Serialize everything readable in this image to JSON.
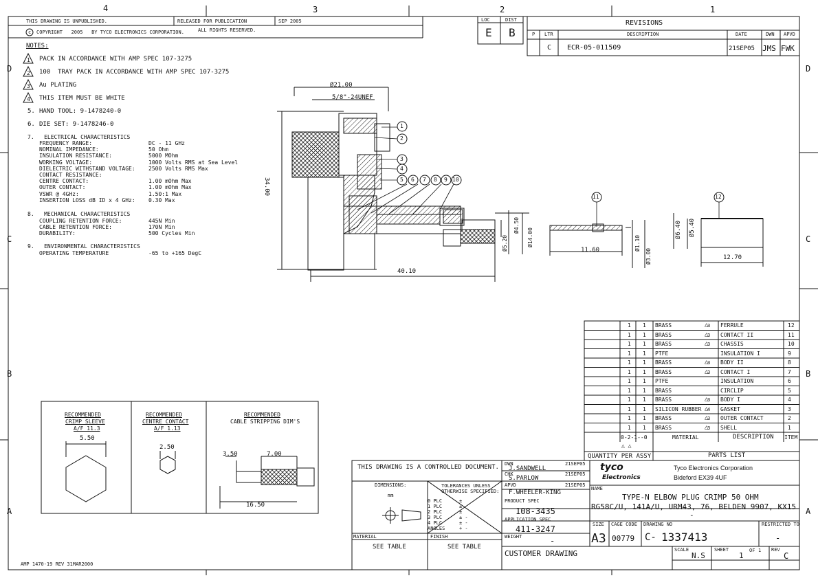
{
  "zones": {
    "top": [
      "4",
      "3",
      "2",
      "1"
    ],
    "side": [
      "D",
      "C",
      "B",
      "A"
    ]
  },
  "header": {
    "unpublished": "THIS DRAWING IS UNPUBLISHED.",
    "released": "RELEASED FOR PUBLICATION",
    "release_date": "SEP 2005",
    "copyright": "COPYRIGHT   2005   BY TYCO ELECTRONICS CORPORATION.",
    "rights": "ALL RIGHTS RESERVED.",
    "loc_label": "LOC",
    "loc": "E",
    "dist_label": "DIST",
    "dist": "B"
  },
  "revisions": {
    "title": "REVISIONS",
    "cols": [
      "P",
      "LTR",
      "DESCRIPTION",
      "DATE",
      "DWN",
      "APVD"
    ],
    "rows": [
      {
        "ltr": "C",
        "desc": "ECR-05-011509",
        "date": "21SEP05",
        "dwn": "JMS",
        "apvd": "FWK"
      }
    ]
  },
  "notes": {
    "title": "NOTES:",
    "items": [
      {
        "num": "1",
        "text": "PACK IN ACCORDANCE WITH AMP SPEC 107-3275"
      },
      {
        "num": "2",
        "text": "100  TRAY PACK IN ACCORDANCE WITH AMP SPEC 107-3275"
      },
      {
        "num": "3",
        "text": "Au PLATING"
      },
      {
        "num": "4",
        "text": "THIS ITEM MUST BE WHITE"
      }
    ],
    "plain": [
      {
        "num": "5.",
        "text": "HAND TOOL: 9-1478240-0"
      },
      {
        "num": "6.",
        "text": "DIE SET: 9-1478246-0"
      }
    ],
    "elec_head": "7.   ELECTRICAL CHARACTERISTICS",
    "elec": [
      [
        "FREQUENCY RANGE:",
        "DC - 11 GHz"
      ],
      [
        "NOMINAL IMPEDANCE:",
        "50 Ohm"
      ],
      [
        "INSULATION RESISTANCE:",
        "5000 MOhm"
      ],
      [
        "WORKING VOLTAGE:",
        "1000 Volts RMS at Sea Level"
      ],
      [
        "DIELECTRIC WITHSTAND VOLTAGE:",
        "2500 Volts RMS Max"
      ],
      [
        "CONTACT RESISTANCE:",
        ""
      ],
      [
        "CENTRE CONTACT:",
        "1.00 mOhm Max"
      ],
      [
        "OUTER CONTACT:",
        "1.00 mOhm Max"
      ],
      [
        "VSWR @ 4GHz:",
        "1.50:1 Max"
      ],
      [
        "INSERTION LOSS dB ID x 4 GHz:",
        "0.30 Max"
      ]
    ],
    "mech_head": "8.   MECHANICAL CHARACTERISTICS",
    "mech": [
      [
        "COUPLING RETENTION FORCE:",
        "445N Min"
      ],
      [
        "CABLE RETENTION FORCE:",
        "170N Min"
      ],
      [
        "DURABILITY:",
        "500 Cycles Min"
      ]
    ],
    "env_head": "9.   ENVIRONMENTAL CHARACTERISTICS",
    "env": [
      [
        "OPERATING TEMPERATURE",
        "-65 to +165 DegC"
      ]
    ]
  },
  "dims": {
    "d21": "Ø21.00",
    "thread": "5/8\"-24UNEF",
    "h34": "34.00",
    "w40": "40.10",
    "d450": "Ø4.50",
    "d520": "Ø5.20",
    "d1400": "Ø14.00",
    "l1160": "11.60",
    "d110": "Ø1.10",
    "d300": "Ø3.00",
    "d640": "Ø6.40",
    "d540": "Ø5.40",
    "l1270": "12.70"
  },
  "balloons": [
    "1",
    "2",
    "3",
    "4",
    "5",
    "6",
    "7",
    "8",
    "9",
    "10",
    "11",
    "12"
  ],
  "parts_table": {
    "rows": [
      {
        "q1": "1",
        "q2": "1",
        "mat": "BRASS",
        "flag": "3",
        "desc": "FERRULE",
        "item": "12"
      },
      {
        "q1": "1",
        "q2": "1",
        "mat": "BRASS",
        "flag": "3",
        "desc": "CONTACT II",
        "item": "11"
      },
      {
        "q1": "1",
        "q2": "1",
        "mat": "BRASS",
        "flag": "3",
        "desc": "CHASSIS",
        "item": "10"
      },
      {
        "q1": "1",
        "q2": "1",
        "mat": "PTFE",
        "flag": "",
        "desc": "INSULATION I",
        "item": "9"
      },
      {
        "q1": "1",
        "q2": "1",
        "mat": "BRASS",
        "flag": "3",
        "desc": "BODY II",
        "item": "8"
      },
      {
        "q1": "1",
        "q2": "1",
        "mat": "BRASS",
        "flag": "3",
        "desc": "CONTACT I",
        "item": "7"
      },
      {
        "q1": "1",
        "q2": "1",
        "mat": "PTFE",
        "flag": "",
        "desc": "INSULATION",
        "item": "6"
      },
      {
        "q1": "1",
        "q2": "1",
        "mat": "BRASS",
        "flag": "",
        "desc": "CIRCLIP",
        "item": "5"
      },
      {
        "q1": "1",
        "q2": "1",
        "mat": "BRASS",
        "flag": "3",
        "desc": "BODY I",
        "item": "4"
      },
      {
        "q1": "1",
        "q2": "1",
        "mat": "SILICON RUBBER",
        "flag": "4",
        "desc": "GASKET",
        "item": "3"
      },
      {
        "q1": "1",
        "q2": "1",
        "mat": "BRASS",
        "flag": "3",
        "desc": "OUTER CONTACT",
        "item": "2"
      },
      {
        "q1": "1",
        "q2": "1",
        "mat": "BRASS",
        "flag": "3",
        "desc": "SHELL",
        "item": "1"
      }
    ],
    "footer_pn": "0-2-1--0",
    "material_label": "MATERIAL",
    "description_label": "DESCRIPTION",
    "item_label": "ITEM",
    "qty_label": "QUANTITY PER ASSY",
    "parts_list": "PARTS LIST"
  },
  "tools": {
    "crimp_sleeve": [
      "RECOMMENDED",
      "CRIMP SLEEVE",
      "A/F 11.3",
      "5.50"
    ],
    "centre_contact": [
      "RECOMMENDED",
      "CENTRE CONTACT",
      "A/F 1.13",
      "2.50"
    ],
    "strip": [
      "RECOMMENDED",
      "CABLE STRIPPING DIM'S",
      "3.50",
      "7.00",
      "16.50"
    ]
  },
  "title_block": {
    "controlled": "THIS DRAWING IS A CONTROLLED DOCUMENT.",
    "dimensions": "DIMENSIONS:",
    "dim_unit": "mm",
    "tolerances": "TOLERANCES UNLESS\nOTHERWISE SPECIFIED:",
    "plc": [
      "0 PLC",
      "1 PLC",
      "2 PLC",
      "3 PLC",
      "4 PLC",
      "ANGLES"
    ],
    "plc_vals": [
      "±",
      "±",
      "±",
      "± -",
      "± -",
      "+ -"
    ],
    "material_label": "MATERIAL",
    "finish_label": "FINISH",
    "material": "SEE TABLE",
    "finish": "SEE TABLE",
    "dwn_label": "DWN",
    "dwn": "J.SANDWELL",
    "dwn_date": "21SEP05",
    "chk_label": "CHK",
    "chk": "S.PARLOW",
    "chk_date": "21SEP05",
    "apvd_label": "APVD",
    "apvd": "F.WHEELER-KING",
    "apvd_date": "21SEP05",
    "product_spec_label": "PRODUCT SPEC",
    "product_spec": "108-3435",
    "app_spec_label": "APPLICATION SPEC",
    "app_spec": "411-3247",
    "weight_label": "WEIGHT",
    "weight": "-",
    "logo_top": "tyco",
    "logo_bottom": "Electronics",
    "company": "Tyco Electronics Corporation",
    "address": "Bideford EX39 4UF",
    "name_label": "NAME",
    "name1": "TYPE-N ELBOW PLUG CRIMP 50 OHM",
    "name2": "RG58C/U, 141A/U, URM43, 76, BELDEN 9907, KX15",
    "name3": "-",
    "size_label": "SIZE",
    "size": "A3",
    "cage_label": "CAGE CODE",
    "cage": "00779",
    "drawing_no_label": "DRAWING NO",
    "drawing_no": "1337413",
    "restricted_label": "RESTRICTED TO",
    "restricted": "-",
    "customer": "CUSTOMER DRAWING",
    "scale_label": "SCALE",
    "scale": "N.S",
    "sheet_label": "SHEET",
    "sheet": "1",
    "of_label": "OF",
    "of": "1",
    "rev_label": "REV",
    "rev": "C"
  },
  "footer": "AMP 1470-19 REV 31MAR2000"
}
